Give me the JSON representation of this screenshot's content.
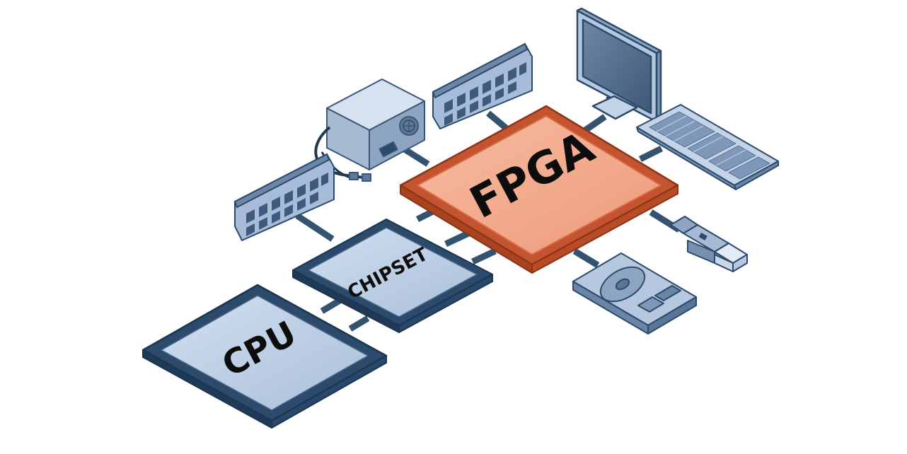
{
  "diagram": {
    "labels": {
      "fpga": "FPGA",
      "chipset": "CHIPSET",
      "cpu": "CPU"
    },
    "components": [
      {
        "key": "fpga",
        "icon": "fpga-chip-icon"
      },
      {
        "key": "chipset",
        "icon": "chipset-chip-icon"
      },
      {
        "key": "cpu",
        "icon": "cpu-chip-icon"
      },
      {
        "key": "power-supply",
        "icon": "power-supply-icon"
      },
      {
        "key": "ram-top",
        "icon": "memory-module-icon"
      },
      {
        "key": "ram-left",
        "icon": "memory-module-icon"
      },
      {
        "key": "monitor",
        "icon": "monitor-icon"
      },
      {
        "key": "keyboard",
        "icon": "keyboard-icon"
      },
      {
        "key": "usb",
        "icon": "usb-connector-icon"
      },
      {
        "key": "hard-drive",
        "icon": "hard-drive-icon"
      }
    ],
    "colors": {
      "fpga_fill": "#f2a384",
      "fpga_edge": "#c4532f",
      "chip_fill": "#b7c9e0",
      "chip_edge": "#2c4a6b",
      "bus": "#33536f",
      "device_fill": "#a9bdd6",
      "device_edge": "#3a5778"
    }
  }
}
